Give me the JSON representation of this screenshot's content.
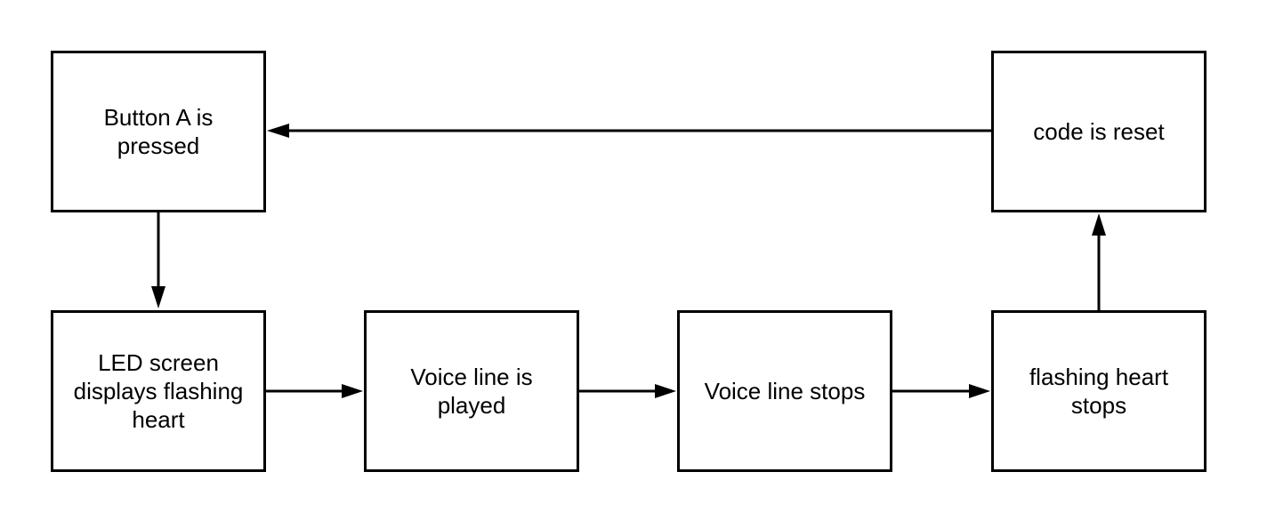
{
  "nodes": {
    "button_pressed": "Button A is pressed",
    "led_screen": "LED screen displays flashing heart",
    "voice_played": "Voice line is played",
    "voice_stops": "Voice line stops",
    "heart_stops": "flashing heart stops",
    "code_reset": "code is reset"
  },
  "edges": [
    {
      "from": "button_pressed",
      "to": "led_screen"
    },
    {
      "from": "led_screen",
      "to": "voice_played"
    },
    {
      "from": "voice_played",
      "to": "voice_stops"
    },
    {
      "from": "voice_stops",
      "to": "heart_stops"
    },
    {
      "from": "heart_stops",
      "to": "code_reset"
    },
    {
      "from": "code_reset",
      "to": "button_pressed"
    }
  ],
  "colors": {
    "stroke": "#000000",
    "background": "#ffffff",
    "text": "#000000"
  }
}
